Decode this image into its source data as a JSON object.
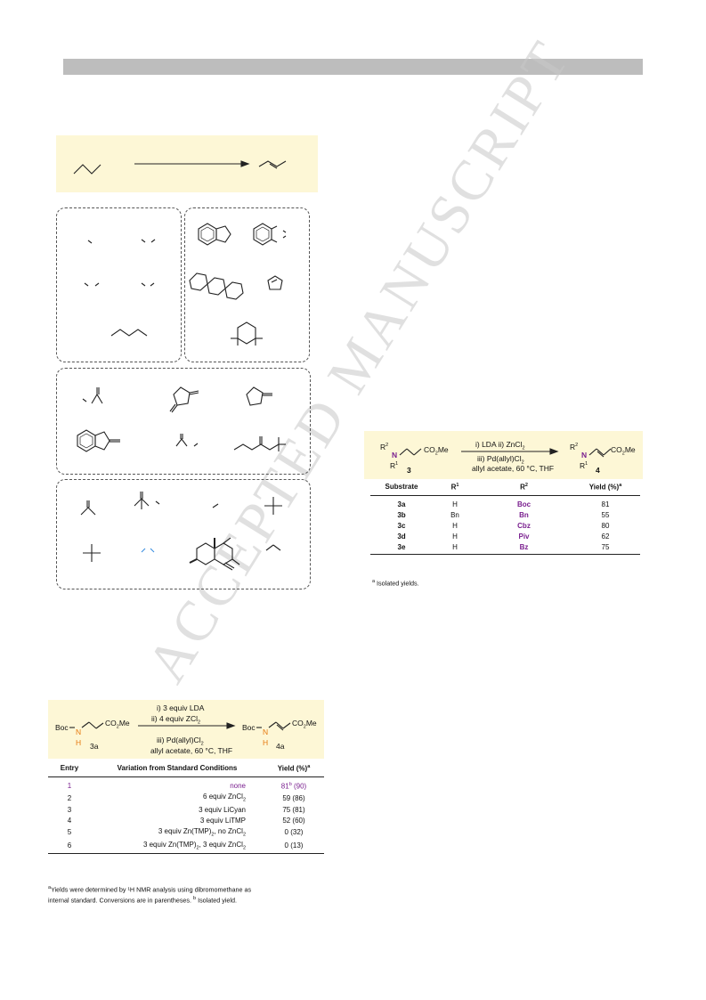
{
  "watermark": "ACCEPTED MANUSCRIPT",
  "scheme_top": {
    "colors": {
      "panel": "#fdf7d6",
      "bar": "#bdbdbd",
      "accent_purple": "#7a1f8f",
      "accent_orange": "#e67a10"
    }
  },
  "table1": {
    "reagent_line1": "i) 3 equiv LDA",
    "reagent_line2": "ii) 4 equiv Z",
    "reagent_line2_tail": "Cl",
    "reagent_line3": "iii) Pd(allyl)Cl",
    "reagent_line4": "allyl acetate, 60 °C, THF",
    "sm_boc": "Boc",
    "sm_n": "N",
    "sm_h": "H",
    "sm_ester": "CO",
    "sm_ester_tail": "Me",
    "sm_label": "3a",
    "pr_boc": "Boc",
    "pr_n": "N",
    "pr_h": "H",
    "pr_ester": "CO",
    "pr_ester_tail": "Me",
    "pr_label": "4a",
    "headers": {
      "entry": "Entry",
      "variation": "Variation from Standard Conditions",
      "yield": "Yield (%)"
    },
    "rows": [
      {
        "entry": "1",
        "variation": "none",
        "yield": "81",
        "yield_sup": "b",
        "yield_tail": " (90)"
      },
      {
        "entry": "2",
        "variation": "6 equiv ZnCl",
        "variation_sub": "2",
        "yield": "59 (86)"
      },
      {
        "entry": "3",
        "variation": "3 equiv LiCyan",
        "yield": "75 (81)"
      },
      {
        "entry": "4",
        "variation": "3 equiv LiTMP",
        "yield": "52 (60)"
      },
      {
        "entry": "5",
        "variation": "3 equiv Zn(TMP)",
        "variation_sub": "2",
        "variation_tail": ", no ZnCl",
        "variation_tail_sub": "2",
        "yield": "0 (32)"
      },
      {
        "entry": "6",
        "variation": "3 equiv Zn(TMP)",
        "variation_sub": "2",
        "variation_tail": ", 3 equiv ZnCl",
        "variation_tail_sub": "2",
        "yield": "0 (13)"
      }
    ],
    "footnote_line1": "Yields were determined by ¹H NMR analysis using dibromomethane as",
    "footnote_line2": "internal standard. Conversions are in parentheses.",
    "footnote_line2_tail": " Isolated yield."
  },
  "table2": {
    "reagent_line1": "i) LDA ii) ZnCl",
    "reagent_line2": "iii) Pd(allyl)Cl",
    "reagent_line3": "allyl acetate, 60 °C, THF",
    "sm_r2": "R",
    "sm_n": "N",
    "sm_r1": "R",
    "sm_ester": "CO",
    "sm_ester_tail": "Me",
    "sm_label": "3",
    "pr_r2": "R",
    "pr_n": "N",
    "pr_r1": "R",
    "pr_ester": "CO",
    "pr_ester_tail": "Me",
    "pr_label": "4",
    "headers": {
      "substrate": "Substrate",
      "r1": "R",
      "r2": "R",
      "yield": "Yield (%)"
    },
    "rows": [
      {
        "substrate": "3a",
        "r1": "H",
        "r2": "Boc",
        "yield": "81"
      },
      {
        "substrate": "3b",
        "r1": "Bn",
        "r2": "Bn",
        "yield": "55"
      },
      {
        "substrate": "3c",
        "r1": "H",
        "r2": "Cbz",
        "yield": "80"
      },
      {
        "substrate": "3d",
        "r1": "H",
        "r2": "Piv",
        "yield": "62"
      },
      {
        "substrate": "3e",
        "r1": "H",
        "r2": "Bz",
        "yield": "75"
      }
    ],
    "footnote": " Isolated yields."
  }
}
